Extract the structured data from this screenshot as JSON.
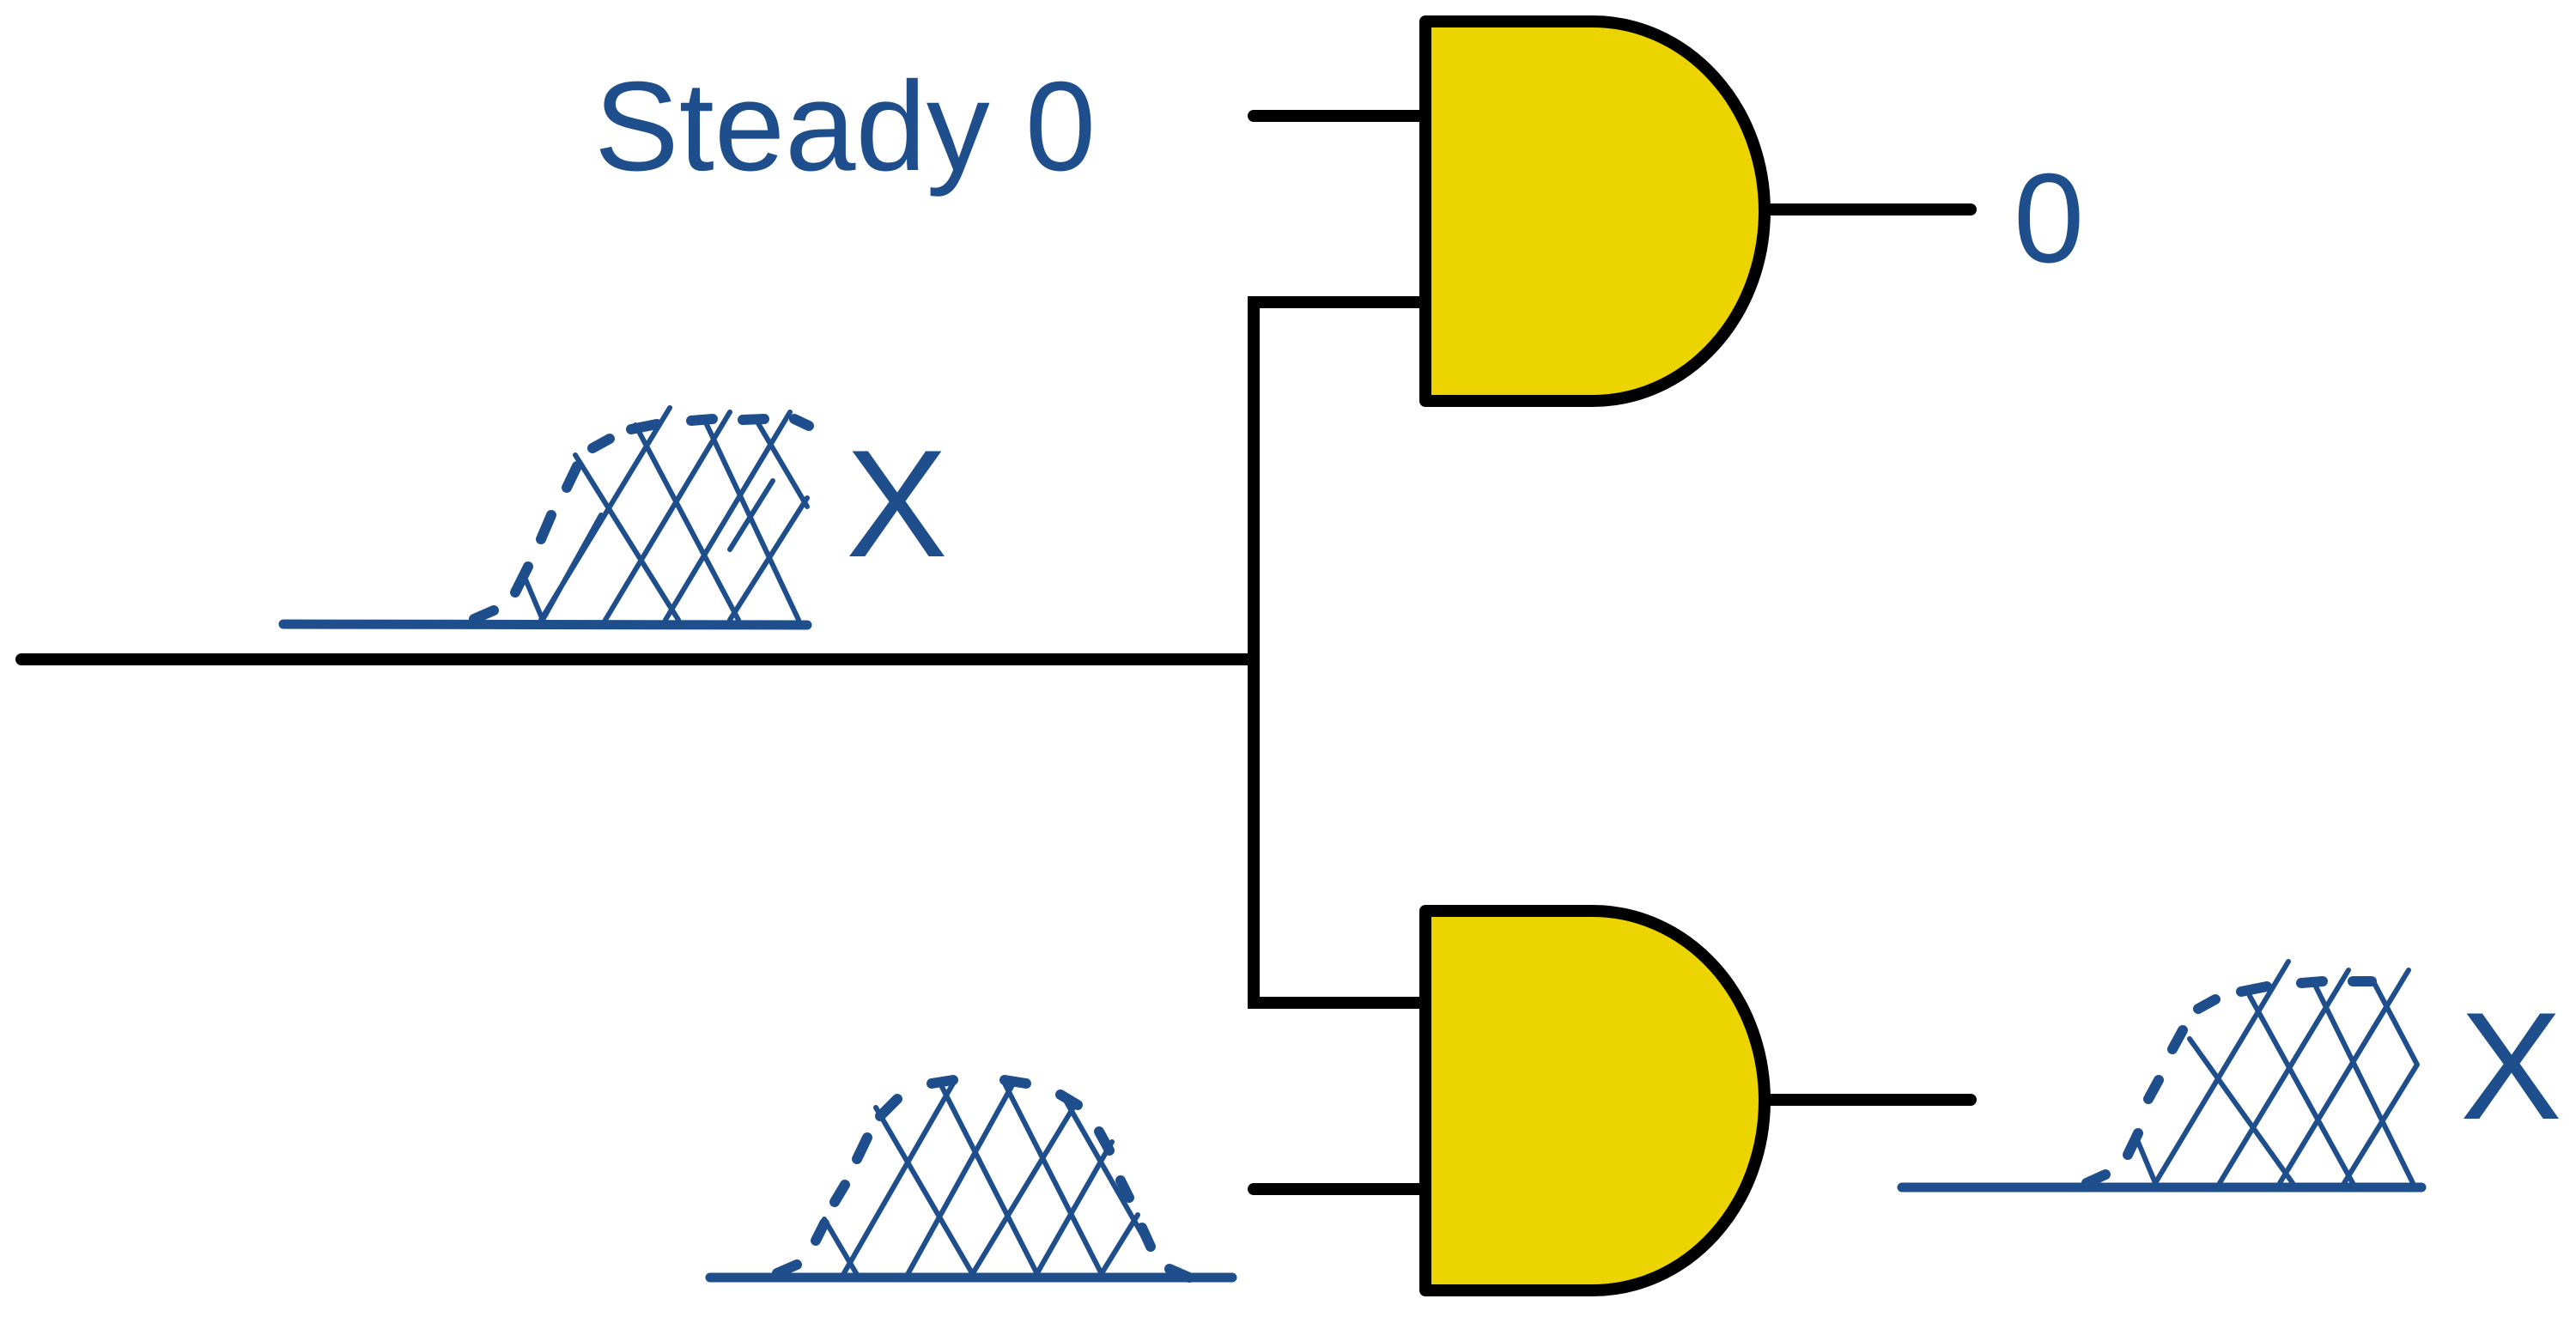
{
  "labels": {
    "steady_input": "Steady 0",
    "top_output": "0",
    "shared_input_value": "X",
    "bottom_output_value": "X"
  },
  "colors": {
    "wire": "#000000",
    "gate_fill": "#ecd400",
    "glitch": "#1f4e8c",
    "text": "#1f4e8c"
  },
  "gates": [
    {
      "type": "AND",
      "name": "top-and-gate"
    },
    {
      "type": "AND",
      "name": "bottom-and-gate"
    }
  ]
}
